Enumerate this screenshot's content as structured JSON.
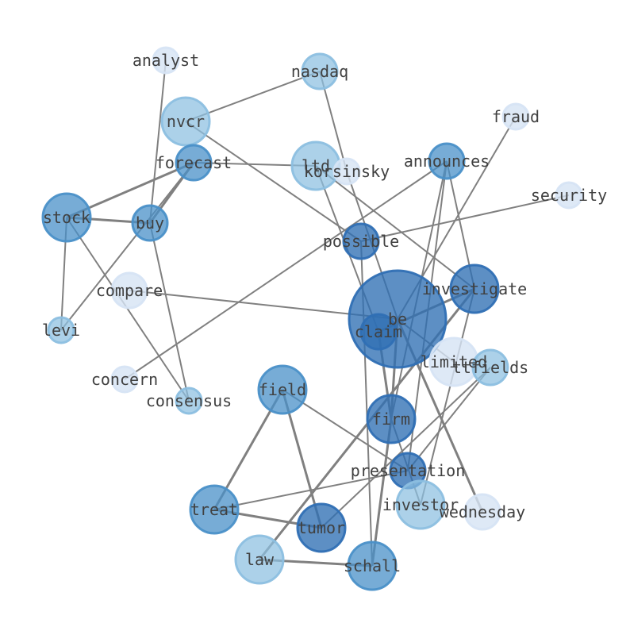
{
  "palette": {
    "dark": "#2f6fb4",
    "mid": "#4a90c8",
    "light": "#8cbfe0",
    "pale": "#d6e4f4",
    "edge": "#808080",
    "label": "#404040"
  },
  "nodes": [
    {
      "id": "analyst",
      "label": "analyst",
      "size": 1,
      "tone": "pale"
    },
    {
      "id": "nasdaq",
      "label": "nasdaq",
      "size": 2,
      "tone": "light"
    },
    {
      "id": "nvcr",
      "label": "nvcr",
      "size": 3,
      "tone": "light"
    },
    {
      "id": "fraud",
      "label": "fraud",
      "size": 1,
      "tone": "pale"
    },
    {
      "id": "forecast",
      "label": "forecast",
      "size": 2,
      "tone": "mid"
    },
    {
      "id": "ltd",
      "label": "ltd",
      "size": 3,
      "tone": "light"
    },
    {
      "id": "korsinsky",
      "label": "korsinsky",
      "size": 1,
      "tone": "pale"
    },
    {
      "id": "announces",
      "label": "announces",
      "size": 2,
      "tone": "mid"
    },
    {
      "id": "security",
      "label": "security",
      "size": 1,
      "tone": "pale"
    },
    {
      "id": "stock",
      "label": "stock",
      "size": 3,
      "tone": "mid"
    },
    {
      "id": "buy",
      "label": "buy",
      "size": 2,
      "tone": "mid"
    },
    {
      "id": "possible",
      "label": "possible",
      "size": 2,
      "tone": "dark"
    },
    {
      "id": "compare",
      "label": "compare",
      "size": 2,
      "tone": "pale"
    },
    {
      "id": "investigate",
      "label": "investigate",
      "size": 3,
      "tone": "dark"
    },
    {
      "id": "be",
      "label": "be",
      "size": 6,
      "tone": "dark"
    },
    {
      "id": "claim",
      "label": "claim",
      "size": 2,
      "tone": "dark"
    },
    {
      "id": "levi",
      "label": "levi",
      "size": 1,
      "tone": "light"
    },
    {
      "id": "limited",
      "label": "limited",
      "size": 3,
      "tone": "pale"
    },
    {
      "id": "ttfields",
      "label": "ttfields",
      "size": 2,
      "tone": "light"
    },
    {
      "id": "concern",
      "label": "concern",
      "size": 1,
      "tone": "pale"
    },
    {
      "id": "consensus",
      "label": "consensus",
      "size": 1,
      "tone": "light"
    },
    {
      "id": "field",
      "label": "field",
      "size": 3,
      "tone": "mid"
    },
    {
      "id": "firm",
      "label": "firm",
      "size": 3,
      "tone": "dark"
    },
    {
      "id": "presentation",
      "label": "presentation",
      "size": 2,
      "tone": "dark"
    },
    {
      "id": "investor",
      "label": "investor",
      "size": 3,
      "tone": "light"
    },
    {
      "id": "wednesday",
      "label": "wednesday",
      "size": 2,
      "tone": "pale"
    },
    {
      "id": "treat",
      "label": "treat",
      "size": 3,
      "tone": "mid"
    },
    {
      "id": "tumor",
      "label": "tumor",
      "size": 3,
      "tone": "dark"
    },
    {
      "id": "law",
      "label": "law",
      "size": 3,
      "tone": "light"
    },
    {
      "id": "schall",
      "label": "schall",
      "size": 3,
      "tone": "mid"
    }
  ],
  "edges": [
    {
      "source": "analyst",
      "target": "buy",
      "weight": 1
    },
    {
      "source": "nasdaq",
      "target": "nvcr",
      "weight": 1
    },
    {
      "source": "nasdaq",
      "target": "korsinsky",
      "weight": 1
    },
    {
      "source": "nvcr",
      "target": "possible",
      "weight": 1
    },
    {
      "source": "fraud",
      "target": "be",
      "weight": 1
    },
    {
      "source": "forecast",
      "target": "ltd",
      "weight": 1
    },
    {
      "source": "forecast",
      "target": "stock",
      "weight": 2
    },
    {
      "source": "forecast",
      "target": "buy",
      "weight": 2
    },
    {
      "source": "forecast",
      "target": "levi",
      "weight": 1
    },
    {
      "source": "ltd",
      "target": "investigate",
      "weight": 1
    },
    {
      "source": "ltd",
      "target": "claim",
      "weight": 1
    },
    {
      "source": "korsinsky",
      "target": "be",
      "weight": 1
    },
    {
      "source": "announces",
      "target": "concern",
      "weight": 1
    },
    {
      "source": "announces",
      "target": "investigate",
      "weight": 1
    },
    {
      "source": "announces",
      "target": "firm",
      "weight": 1
    },
    {
      "source": "announces",
      "target": "presentation",
      "weight": 1
    },
    {
      "source": "security",
      "target": "possible",
      "weight": 1
    },
    {
      "source": "stock",
      "target": "buy",
      "weight": 2
    },
    {
      "source": "stock",
      "target": "levi",
      "weight": 1
    },
    {
      "source": "stock",
      "target": "consensus",
      "weight": 1
    },
    {
      "source": "buy",
      "target": "consensus",
      "weight": 1
    },
    {
      "source": "possible",
      "target": "schall",
      "weight": 1
    },
    {
      "source": "compare",
      "target": "be",
      "weight": 1
    },
    {
      "source": "investigate",
      "target": "claim",
      "weight": 2
    },
    {
      "source": "investigate",
      "target": "law",
      "weight": 2
    },
    {
      "source": "investigate",
      "target": "investor",
      "weight": 1
    },
    {
      "source": "be",
      "target": "limited",
      "weight": 1
    },
    {
      "source": "be",
      "target": "wednesday",
      "weight": 2
    },
    {
      "source": "be",
      "target": "firm",
      "weight": 2
    },
    {
      "source": "claim",
      "target": "firm",
      "weight": 2
    },
    {
      "source": "firm",
      "target": "schall",
      "weight": 2
    },
    {
      "source": "firm",
      "target": "investor",
      "weight": 1
    },
    {
      "source": "ttfields",
      "target": "tumor",
      "weight": 1
    },
    {
      "source": "ttfields",
      "target": "presentation",
      "weight": 1
    },
    {
      "source": "field",
      "target": "treat",
      "weight": 2
    },
    {
      "source": "field",
      "target": "tumor",
      "weight": 2
    },
    {
      "source": "field",
      "target": "presentation",
      "weight": 1
    },
    {
      "source": "presentation",
      "target": "treat",
      "weight": 1
    },
    {
      "source": "treat",
      "target": "tumor",
      "weight": 2
    },
    {
      "source": "law",
      "target": "schall",
      "weight": 2
    }
  ]
}
